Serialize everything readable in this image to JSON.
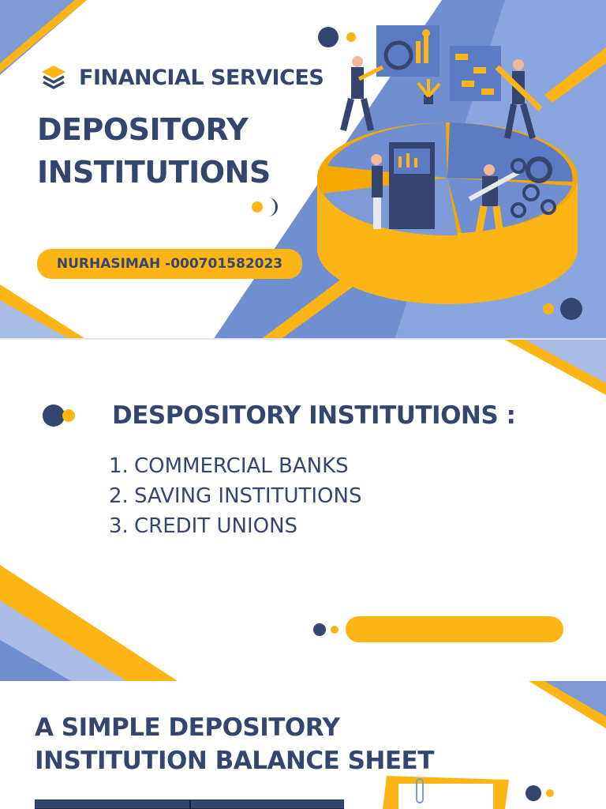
{
  "slide1": {
    "category": "FINANCIAL SERVICES",
    "title_line1": "DEPOSITORY",
    "title_line2": "INSTITUTIONS",
    "author": "NURHASIMAH -000701582023"
  },
  "slide2": {
    "heading": "DESPOSITORY INSTITUTIONS :",
    "items": [
      {
        "num": "1.",
        "label": "COMMERCIAL BANKS"
      },
      {
        "num": "2.",
        "label": "SAVING INSTITUTIONS"
      },
      {
        "num": "3.",
        "label": "CREDIT UNIONS"
      }
    ]
  },
  "slide3": {
    "title_line1": "A SIMPLE DEPOSITORY",
    "title_line2": "INSTITUTION BALANCE SHEET"
  },
  "colors": {
    "navy": "#34466f",
    "yellow": "#fdb515",
    "blue": "#6f8fd0",
    "light_blue": "#a9bde6"
  }
}
